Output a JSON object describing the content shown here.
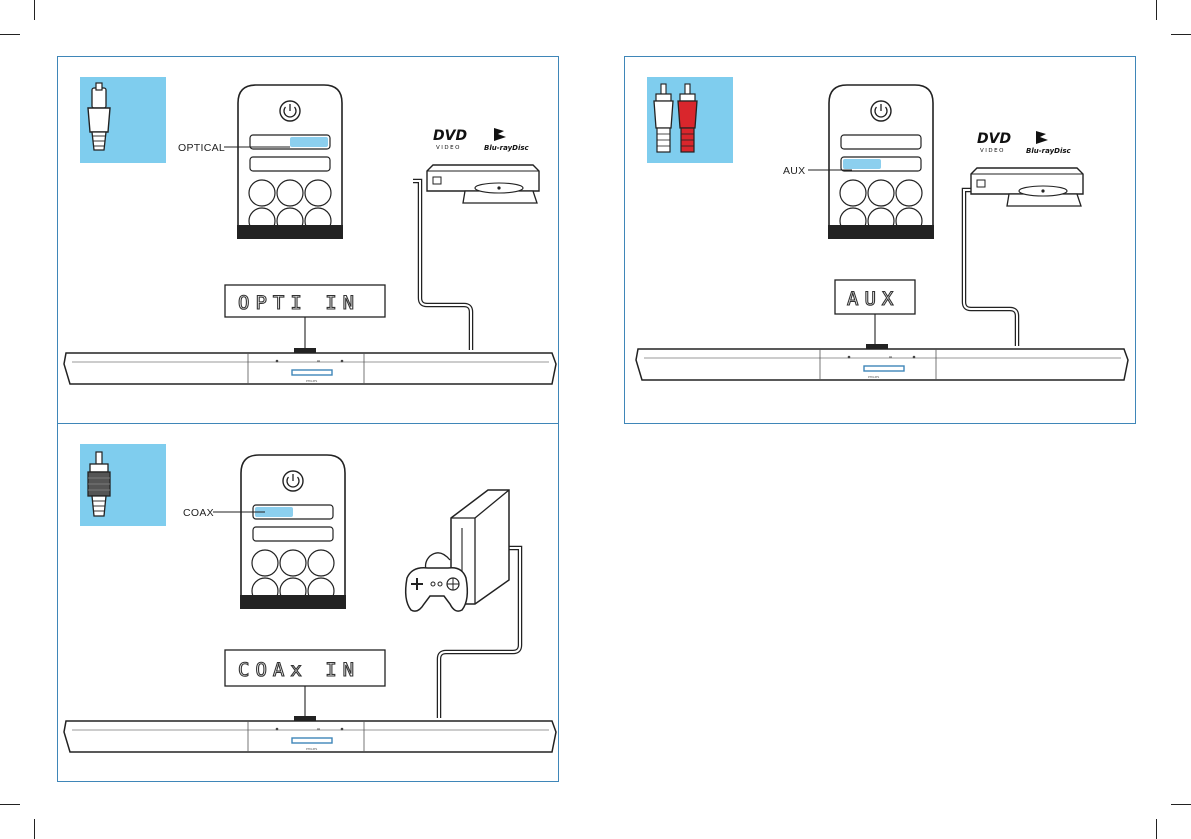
{
  "panels": {
    "optical": {
      "callout_label": "OPTICAL",
      "display_text": "OPTI  IN",
      "dvd_logo": "DVD",
      "dvd_sub": "VIDEO",
      "bluray_logo": "Blu-rayDisc"
    },
    "coax": {
      "callout_label": "COAX",
      "display_text": "COAx  IN"
    },
    "aux": {
      "callout_label": "AUX",
      "display_text": "AUX",
      "dvd_logo": "DVD",
      "dvd_sub": "VIDEO",
      "bluray_logo": "Blu-rayDisc"
    }
  },
  "brand_text": "PHILIPS",
  "colors": {
    "panel_border": "#3f86b8",
    "connector_bg": "#7fcdee",
    "highlight": "#8ccfee",
    "aux_red": "#d9262c"
  },
  "icons": [
    "optical-connector-icon",
    "coax-connector-icon",
    "rca-connector-icon",
    "power-icon",
    "gamepad-icon"
  ]
}
